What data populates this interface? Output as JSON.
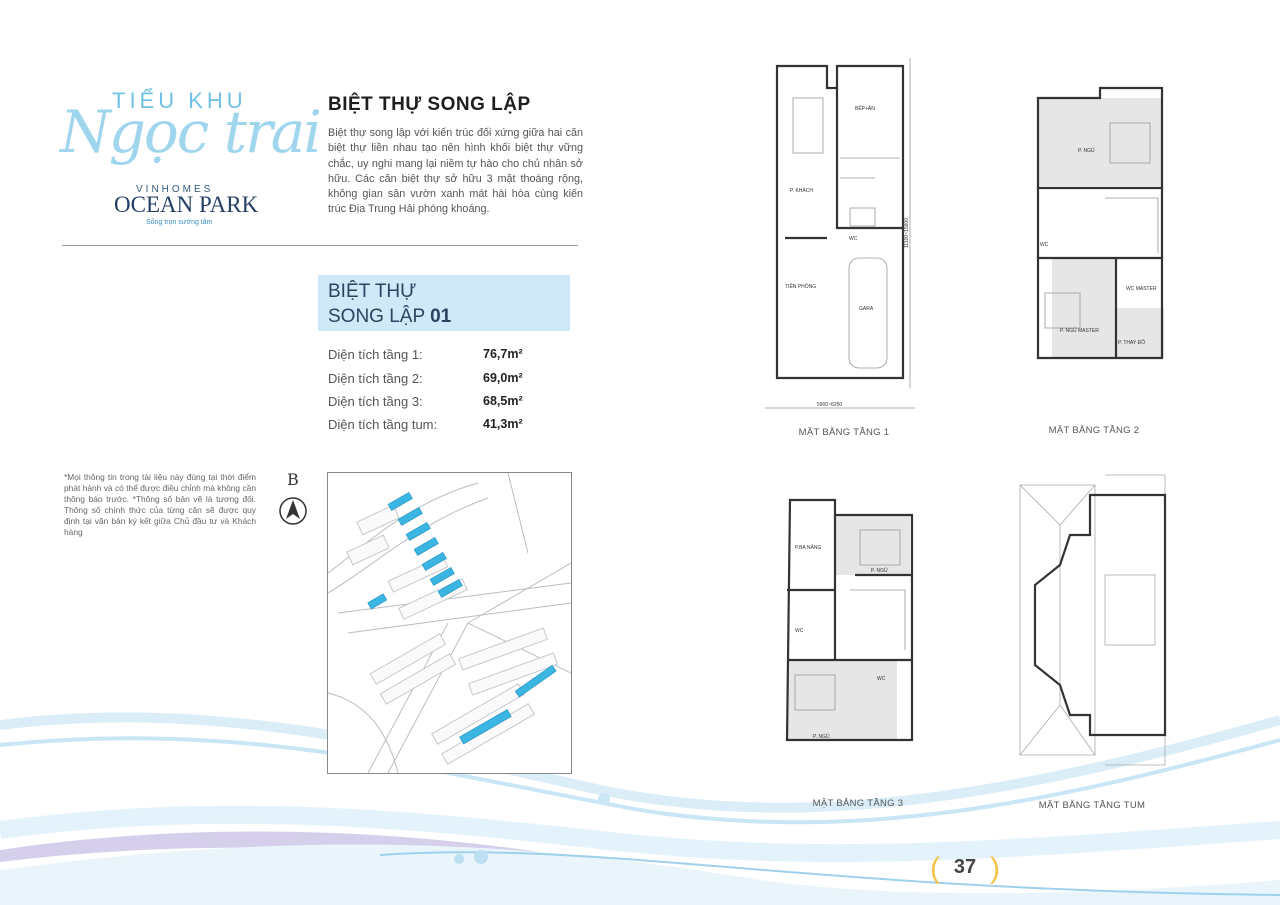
{
  "logo": {
    "line1": "TIỂU KHU",
    "line2": "Ngọc trai",
    "brand_small": "VINHOMES",
    "brand_big": "OCEAN PARK",
    "tagline": "Sống trọn sướng tâm"
  },
  "heading": "BIỆT THỰ SONG LẬP",
  "intro": "Biệt thự song lập với kiến trúc đối xứng giữa hai căn biệt thự liền nhau tạo nên hình khối biệt thự vững chắc, uy nghi mang lại niềm tự hào cho chủ nhân sở hữu. Các căn biệt thự sở hữu 3 mặt thoáng rộng, không gian sân vườn xanh mát hài hòa cùng kiến trúc Địa Trung Hải phóng khoáng.",
  "type_label": {
    "line1": "BIỆT THỰ",
    "line2": "SONG LẬP",
    "number": "01"
  },
  "areas": [
    {
      "label": "Diện tích tầng 1:",
      "value": "76,7m²"
    },
    {
      "label": "Diện tích tầng 2:",
      "value": "69,0m²"
    },
    {
      "label": "Diện tích tầng 3:",
      "value": "68,5m²"
    },
    {
      "label": "Diện tích tầng tum:",
      "value": "41,3m²"
    }
  ],
  "note": "*Mọi thông tin trong tài liệu này đúng tại thời điểm phát hành và có thể được điều chỉnh mà không cần thông báo trước. *Thông số bản vẽ là tương đối. Thông số chính thức của từng căn sẽ được quy định tại văn bản ký kết giữa Chủ đầu tư và Khách hàng",
  "compass_label": "B",
  "plans": {
    "floor1": {
      "caption": "MẶT BẰNG TẦNG 1",
      "rooms": [
        "BẾP+ĂN",
        "P. KHÁCH",
        "WC",
        "TIỀN PHÒNG",
        "GARA"
      ],
      "dim_width": "5900~6250",
      "dim_length": "11100~15600"
    },
    "floor2": {
      "caption": "MẶT BẰNG TẦNG 2",
      "rooms": [
        "P. NGỦ",
        "WC",
        "WC MASTER",
        "P. NGỦ MASTER",
        "P. THAY ĐỒ"
      ]
    },
    "floor3": {
      "caption": "MẶT BẰNG TẦNG 3",
      "rooms": [
        "P.BA NĂNG",
        "P. NGỦ",
        "WC",
        "WC",
        "P. NGỦ"
      ]
    },
    "tum": {
      "caption": "MẶT BẰNG TẦNG TUM"
    }
  },
  "page_number": "37",
  "colors": {
    "accent_blue": "#cfe9f8",
    "page_number_paren": "#f3c34a",
    "highlight_plot": "#3bb6e3"
  }
}
